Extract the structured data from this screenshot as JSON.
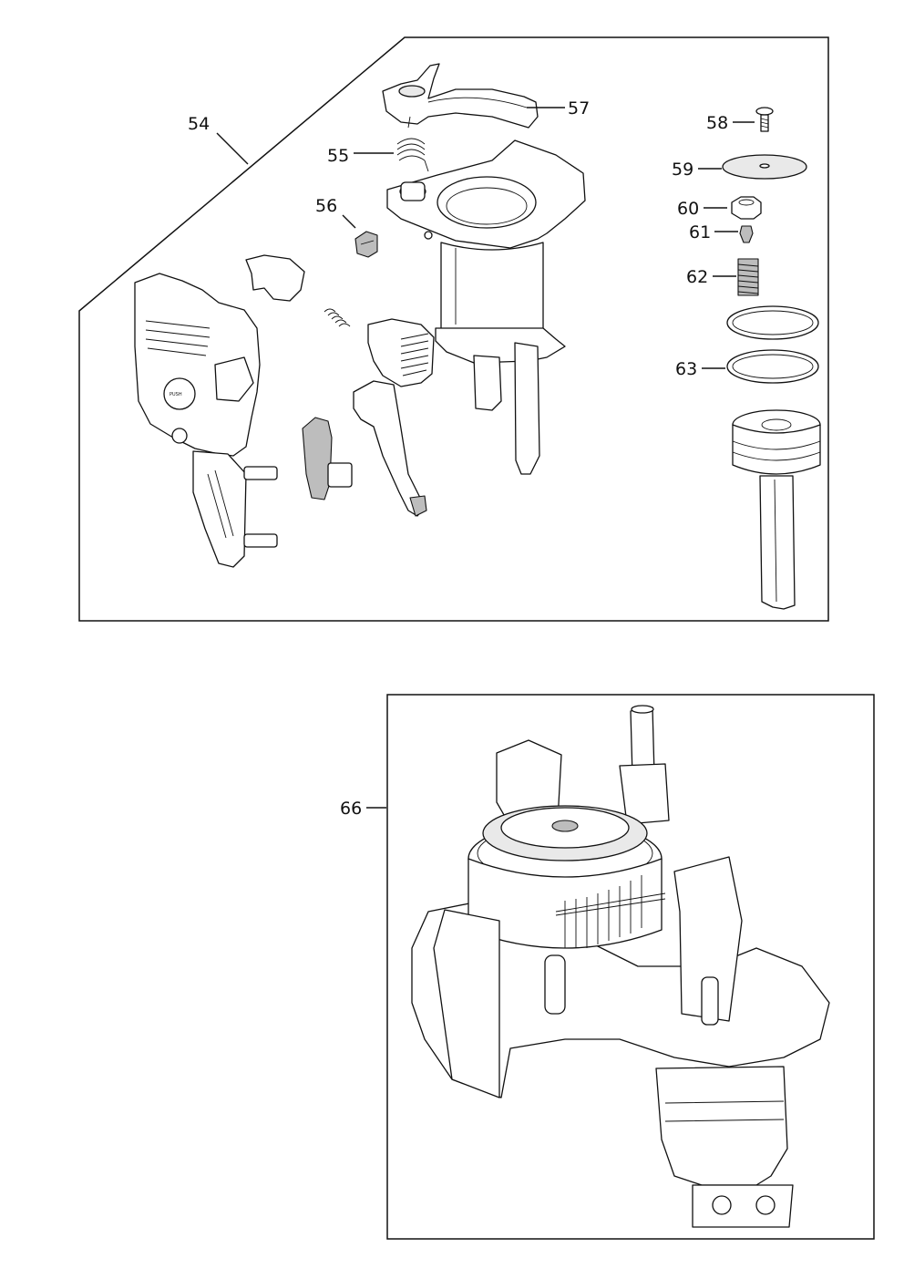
{
  "labels": {
    "l54": "54",
    "l55": "55",
    "l56": "56",
    "l57": "57",
    "l58": "58",
    "l59": "59",
    "l60": "60",
    "l61": "61",
    "l62": "62",
    "l63": "63",
    "l66": "66"
  },
  "parts_text": {
    "push_button": "PUSH"
  }
}
